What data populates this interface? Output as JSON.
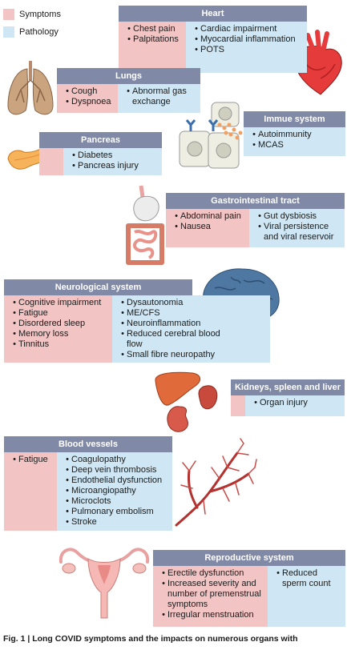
{
  "legend": {
    "symptoms": "Symptoms",
    "pathology": "Pathology",
    "symptoms_color": "#f3c4c4",
    "pathology_color": "#cfe7f4",
    "header_color": "#8089a6"
  },
  "organs": {
    "heart": {
      "title": "Heart",
      "symptoms": [
        "Chest pain",
        "Palpitations"
      ],
      "pathology": [
        "Cardiac impairment",
        "Myocardial inflammation",
        "POTS"
      ]
    },
    "lungs": {
      "title": "Lungs",
      "symptoms": [
        "Cough",
        "Dyspnoea"
      ],
      "pathology": [
        "Abnormal gas exchange"
      ]
    },
    "immune": {
      "title": "Immue system",
      "pathology": [
        "Autoimmunity",
        "MCAS"
      ]
    },
    "pancreas": {
      "title": "Pancreas",
      "pathology": [
        "Diabetes",
        "Pancreas injury"
      ]
    },
    "gi": {
      "title": "Gastrointestinal tract",
      "symptoms": [
        "Abdominal pain",
        "Nausea"
      ],
      "pathology": [
        "Gut dysbiosis",
        "Viral persistence and viral reservoir"
      ]
    },
    "neuro": {
      "title": "Neurological system",
      "symptoms": [
        "Cognitive impairment",
        "Fatigue",
        "Disordered sleep",
        "Memory loss",
        "Tinnitus"
      ],
      "pathology": [
        "Dysautonomia",
        "ME/CFS",
        "Neuroinflammation",
        "Reduced cerebral blood flow",
        "Small fibre neuropathy"
      ]
    },
    "kidneys": {
      "title": "Kidneys, spleen and liver",
      "pathology": [
        "Organ injury"
      ]
    },
    "blood": {
      "title": "Blood vessels",
      "symptoms": [
        "Fatigue"
      ],
      "pathology": [
        "Coagulopathy",
        "Deep vein thrombosis",
        "Endothelial dysfunction",
        "Microangiopathy",
        "Microclots",
        "Pulmonary embolism",
        "Stroke"
      ]
    },
    "repro": {
      "title": "Reproductive system",
      "symptoms": [
        "Erectile dysfunction",
        "Increased severity and number of premenstrual symptoms",
        "Irregular menstruation"
      ],
      "pathology": [
        "Reduced sperm count"
      ]
    }
  },
  "caption": "Fig. 1 | Long COVID symptoms and the impacts on numerous organs with"
}
